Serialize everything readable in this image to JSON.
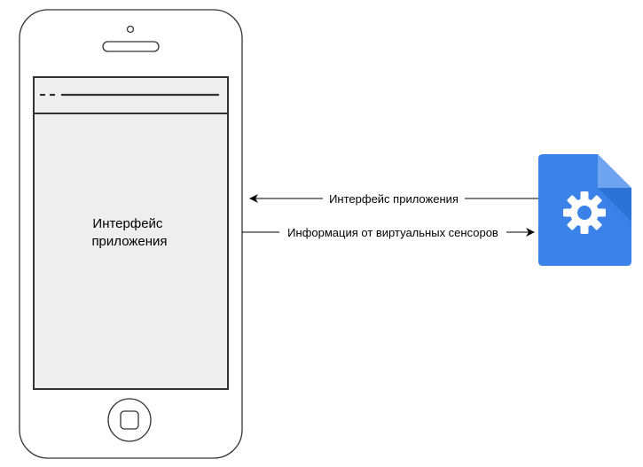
{
  "phone": {
    "screen_label_line1": "Интерфейс",
    "screen_label_line2": "приложения"
  },
  "edges": {
    "to_phone_label": "Интерфейс приложения",
    "to_server_label": "Информация от виртуальных сенсоров"
  },
  "server": {
    "icon": "settings-file-icon",
    "color": "#3B82E8",
    "fold_color": "#6FA5F0",
    "shadow_color": "#2A6FD0"
  },
  "colors": {
    "phone_stroke": "#333333",
    "screen_fill": "#EEEEEE"
  }
}
